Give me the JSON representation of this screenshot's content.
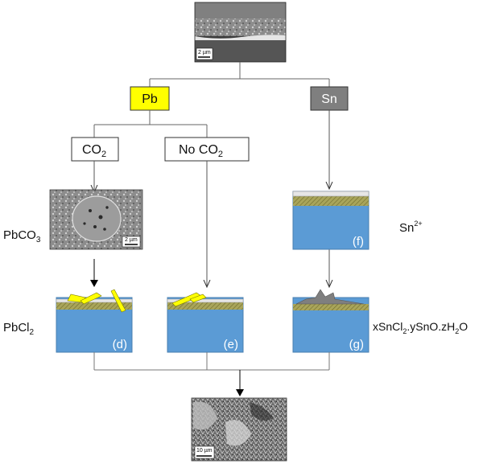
{
  "top_image": {
    "scale_bar": "2 µm"
  },
  "branches": {
    "pb": {
      "label": "Pb",
      "color": "#ffff00"
    },
    "sn": {
      "label": "Sn",
      "color": "#7f7f7f"
    }
  },
  "conditions": {
    "co2": {
      "label": "CO",
      "sub": "2"
    },
    "no_co2": {
      "label": "No CO",
      "sub": "2"
    }
  },
  "pbco3_image": {
    "scale_bar": "2 µm"
  },
  "side_labels": {
    "pbco3": {
      "main": "PbCO",
      "sub": "3"
    },
    "pbcl2": {
      "main": "PbCl",
      "sub": "2"
    },
    "sn2plus": {
      "main": "Sn",
      "sup": "2+"
    },
    "tin_product": {
      "p1": "xSnCl",
      "s1": "2",
      "p2": ".ySnO.zH",
      "s2": "2",
      "p3": "O"
    }
  },
  "panels": {
    "d": "(d)",
    "e": "(e)",
    "f": "(f)",
    "g": "(g)"
  },
  "bottom_image": {
    "scale_bar": "10 µm"
  },
  "colors": {
    "substrate": "#5b9bd5",
    "coating": "#a9a55a",
    "pb_crystal": "#ffff00",
    "sn_product": "#7f7f7f"
  }
}
